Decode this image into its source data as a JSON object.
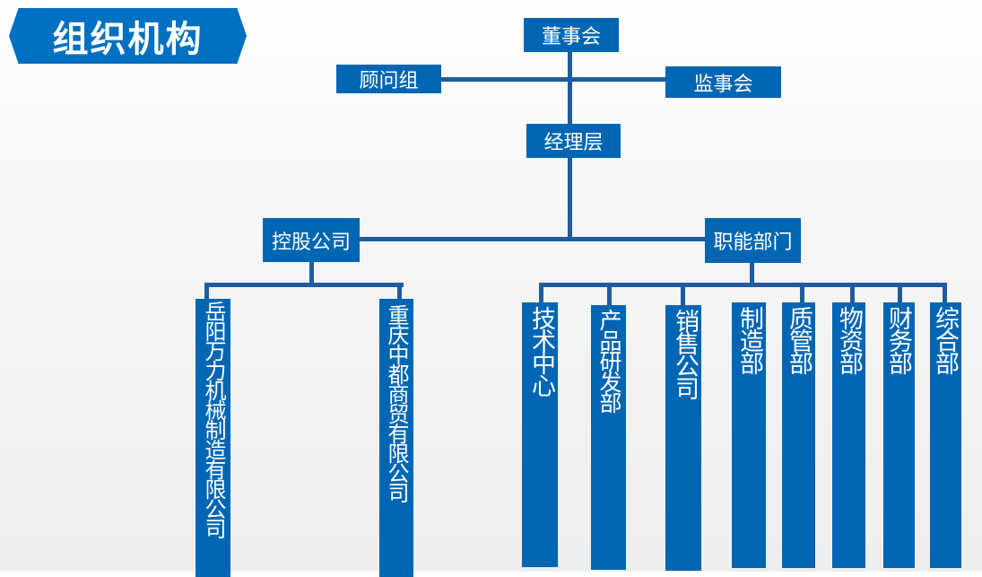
{
  "title": "组织机构",
  "colors": {
    "box": "#0066b3",
    "line": "#1f5c9e",
    "title_bg": "#0070c0"
  },
  "nodes": {
    "board": "董事会",
    "advisors": "顾问组",
    "supervisors": "监事会",
    "management": "经理层",
    "holding": "控股公司",
    "functional": "职能部门"
  },
  "subsidiaries": [
    "岳阳万力机械制造有限公司",
    "重庆中都商贸有限公司"
  ],
  "departments": [
    "技术中心",
    "产品研发部",
    "销售公司",
    "制造部",
    "质管部",
    "物资部",
    "财务部",
    "综合部"
  ]
}
